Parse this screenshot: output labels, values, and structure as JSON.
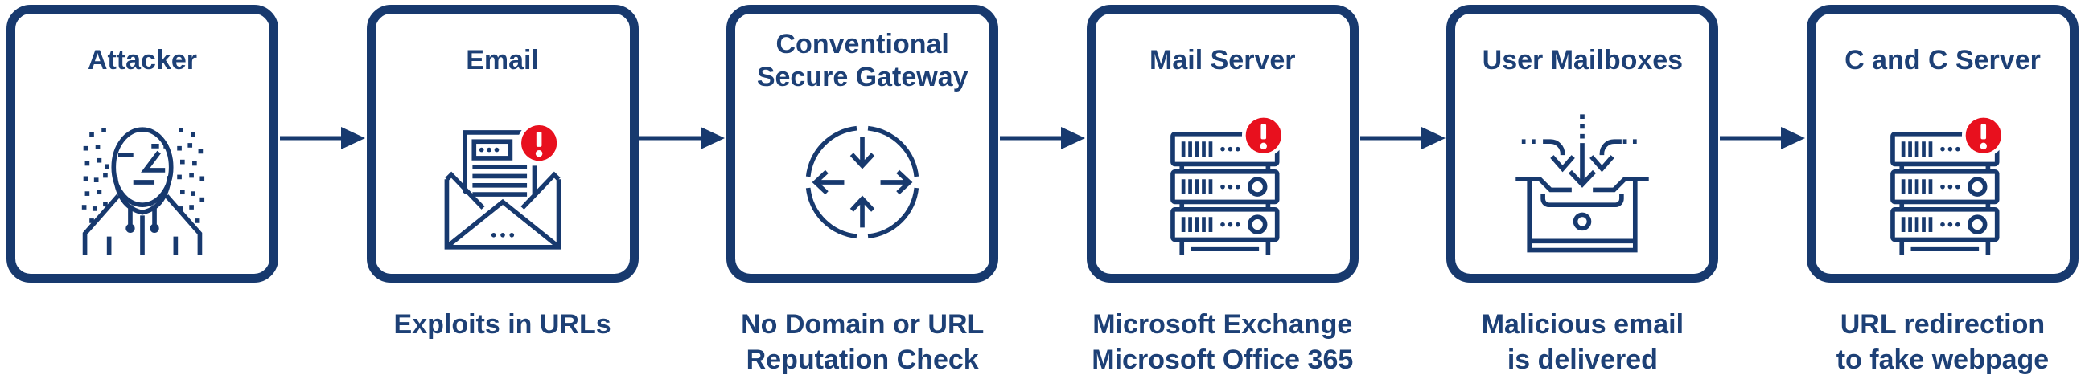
{
  "colors": {
    "navy": "#17396e",
    "text_navy": "#1d4076",
    "alert_red": "#e8101e",
    "background": "#ffffff"
  },
  "flow": {
    "nodes": [
      {
        "title": "Attacker",
        "caption": "",
        "icon": "attacker-icon"
      },
      {
        "title": "Email",
        "caption": "Exploits in URLs",
        "icon": "email-alert-icon"
      },
      {
        "title": "Conventional\nSecure Gateway",
        "caption": "No Domain or URL\nReputation Check",
        "icon": "secure-gateway-icon"
      },
      {
        "title": "Mail Server",
        "caption": "Microsoft Exchange\nMicrosoft Office 365",
        "icon": "mail-server-alert-icon"
      },
      {
        "title": "User Mailboxes",
        "caption": "Malicious email\nis delivered",
        "icon": "user-mailboxes-icon"
      },
      {
        "title": "C and C Server",
        "caption": "URL redirection\nto fake webpage",
        "icon": "cc-server-alert-icon"
      }
    ]
  }
}
